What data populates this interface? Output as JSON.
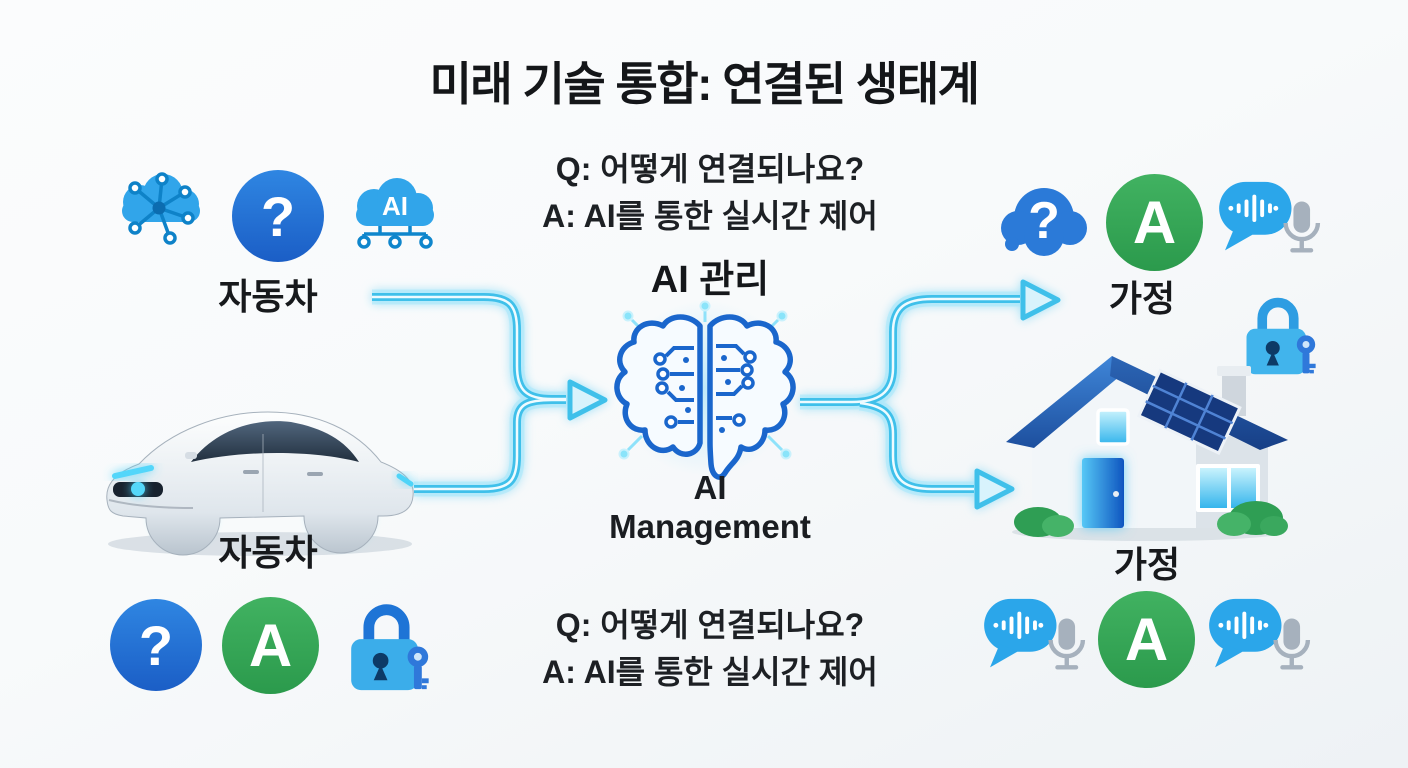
{
  "title": "미래 기술 통합: 연결된 생태계",
  "glyphs": {
    "question_mark": "?",
    "answer_letter": "A",
    "ai_label": "AI"
  },
  "columns": {
    "left": {
      "top_label": "자동차",
      "bottom_label": "자동차",
      "top_icons": [
        "cloud-network",
        "question-circle",
        "ai-cloud"
      ],
      "bottom_icons": [
        "question-circle",
        "answer-circle",
        "lock-key"
      ],
      "illustration": "smart-car"
    },
    "center": {
      "qa_top": {
        "q": "Q: 어떻게 연결되나요?",
        "a": "A: AI를 통한 실시간 제어"
      },
      "hub_label_ko": "AI 관리",
      "hub_label_en": {
        "line1": "AI",
        "line2": "Management"
      },
      "qa_bottom": {
        "q": "Q: 어떻게 연결되나요?",
        "a": "A: AI를 통한 실시간 제어"
      },
      "hub_icon": "ai-circuit-brain"
    },
    "right": {
      "top_label": "가정",
      "bottom_label": "가정",
      "top_icons": [
        "question-cloud",
        "answer-circle",
        "voice-chat-mic"
      ],
      "side_icon": "lock-key",
      "bottom_icons": [
        "voice-chat-mic",
        "answer-circle",
        "voice-chat-mic"
      ],
      "illustration": "smart-home"
    }
  },
  "flow": {
    "left_arrows": "two lines from cars merge into AI hub",
    "right_arrows": "one line from AI hub splits to two homes"
  },
  "colors": {
    "background": "#f4f7f9",
    "title_text": "#141619",
    "body_text": "#1d2024",
    "arrow_cyan": "#3fc0ea",
    "icon_blue": "#2273d8",
    "icon_green": "#35a853",
    "icon_light_blue": "#2fa7e8",
    "brain_outline": "#1a66cc",
    "lock_blue": "#3badea",
    "key_blue": "#2f78da",
    "mic_gray": "#a6b1bd",
    "roof_blue": "#1d4f9e",
    "solar_panel_blue": "#16397e",
    "bush_green": "#2f9e54"
  }
}
